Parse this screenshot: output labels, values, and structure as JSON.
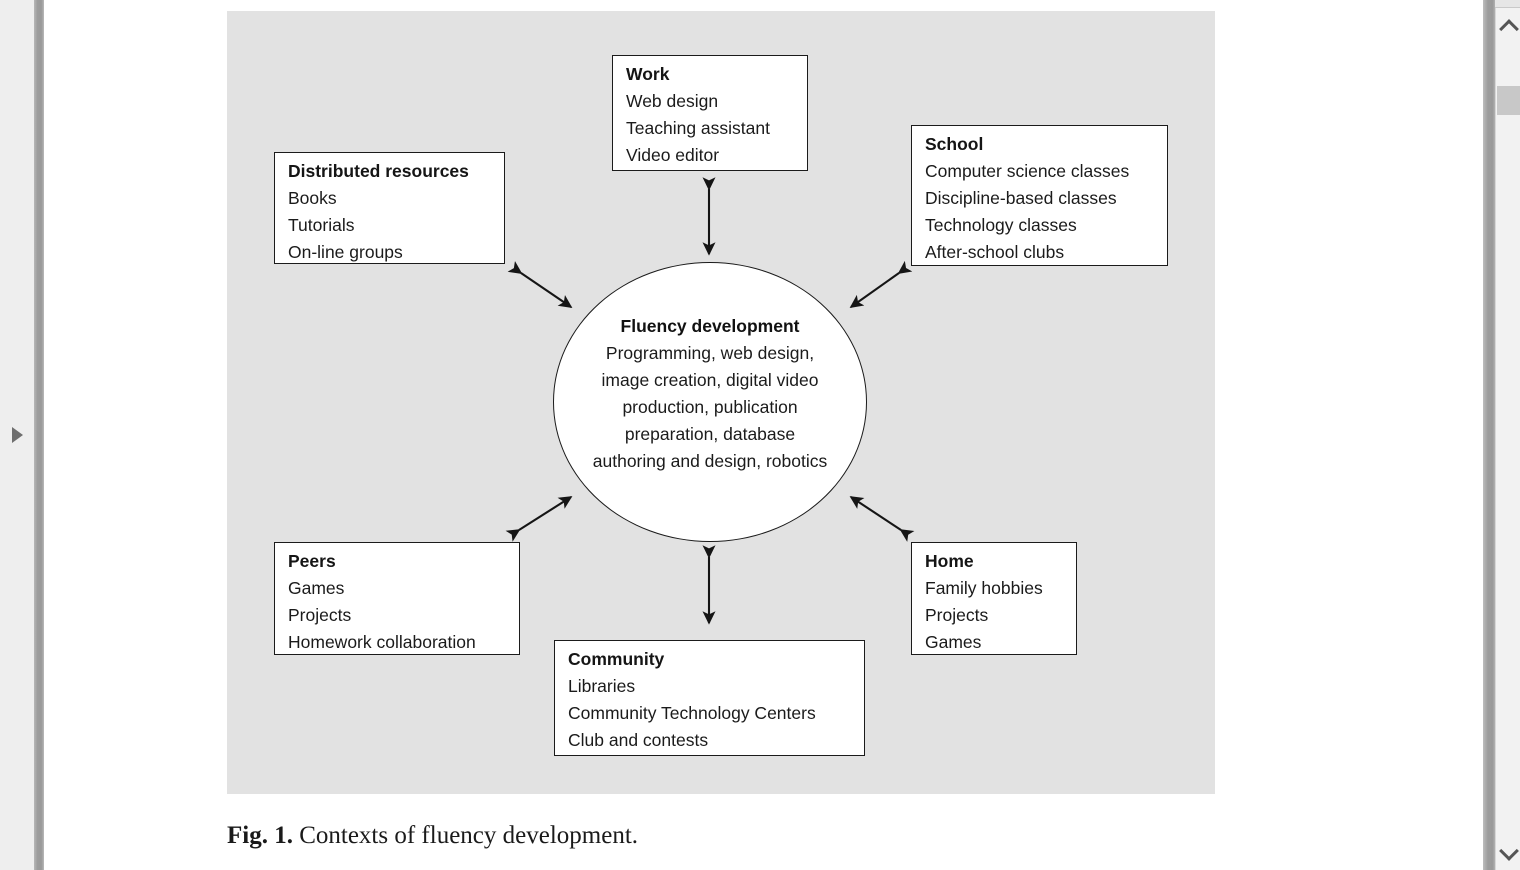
{
  "viewer": {
    "sidebar_expander_icon": "triangle-right-icon",
    "scroll_up_icon": "chevron-up-icon",
    "scroll_down_icon": "chevron-down-icon",
    "cursor_icon": "grab-hand-cursor",
    "panel_background": "#e2e2e2",
    "page_background": "#ffffff"
  },
  "figure": {
    "caption_label": "Fig. 1.",
    "caption_text": "Contexts of fluency development.",
    "center": {
      "title": "Fluency development",
      "description_lines": [
        "Programming, web design,",
        "image creation, digital video",
        "production, publication",
        "preparation, database",
        "authoring and design, robotics"
      ]
    },
    "nodes": [
      {
        "id": "work",
        "title": "Work",
        "items": [
          "Web design",
          "Teaching assistant",
          "Video editor"
        ]
      },
      {
        "id": "distributed-resources",
        "title": "Distributed resources",
        "items": [
          "Books",
          "Tutorials",
          "On-line groups"
        ]
      },
      {
        "id": "school",
        "title": "School",
        "items": [
          "Computer science classes",
          "Discipline-based classes",
          "Technology classes",
          "After-school clubs"
        ]
      },
      {
        "id": "peers",
        "title": "Peers",
        "items": [
          "Games",
          "Projects",
          "Homework collaboration"
        ]
      },
      {
        "id": "home",
        "title": "Home",
        "items": [
          "Family hobbies",
          "Projects",
          "Games"
        ]
      },
      {
        "id": "community",
        "title": "Community",
        "items": [
          "Libraries",
          "Community Technology Centers",
          "Club and contests"
        ]
      }
    ]
  }
}
